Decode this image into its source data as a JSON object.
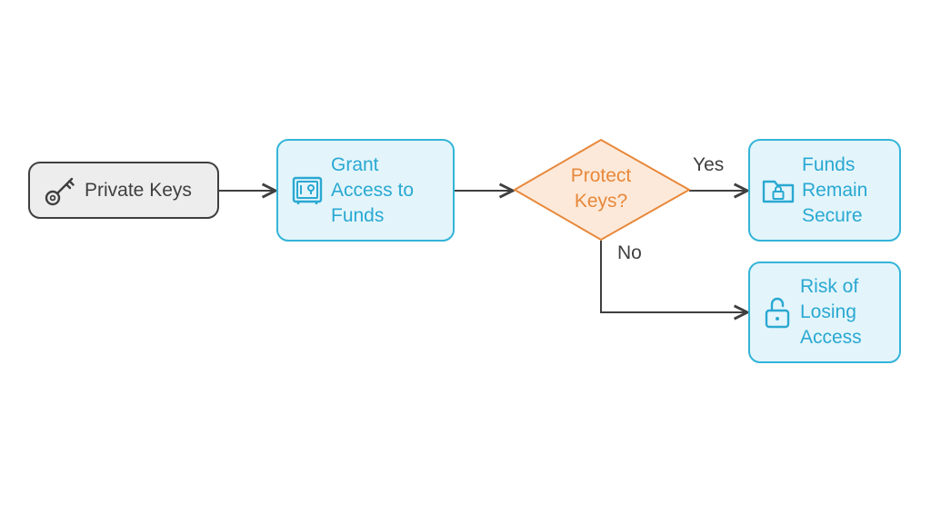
{
  "nodes": {
    "private_keys": {
      "label": "Private Keys",
      "icon": "key-icon"
    },
    "grant_access": {
      "lines": [
        "Grant",
        "Access to",
        "Funds"
      ],
      "icon": "safe-icon"
    },
    "protect_keys": {
      "lines": [
        "Protect",
        "Keys?"
      ]
    },
    "funds_secure": {
      "lines": [
        "Funds",
        "Remain",
        "Secure"
      ],
      "icon": "locked-folder-icon"
    },
    "risk_losing": {
      "lines": [
        "Risk of",
        "Losing",
        "Access"
      ],
      "icon": "unlocked-padlock-icon"
    }
  },
  "edges": {
    "yes_label": "Yes",
    "no_label": "No"
  },
  "colors": {
    "start_fill": "#ededed",
    "start_stroke": "#3f3f3f",
    "process_fill": "#e3f5fb",
    "process_stroke": "#34b4d8",
    "decision_fill": "#fde9d9",
    "decision_stroke": "#e7883b",
    "connector": "#3f3f3f"
  }
}
